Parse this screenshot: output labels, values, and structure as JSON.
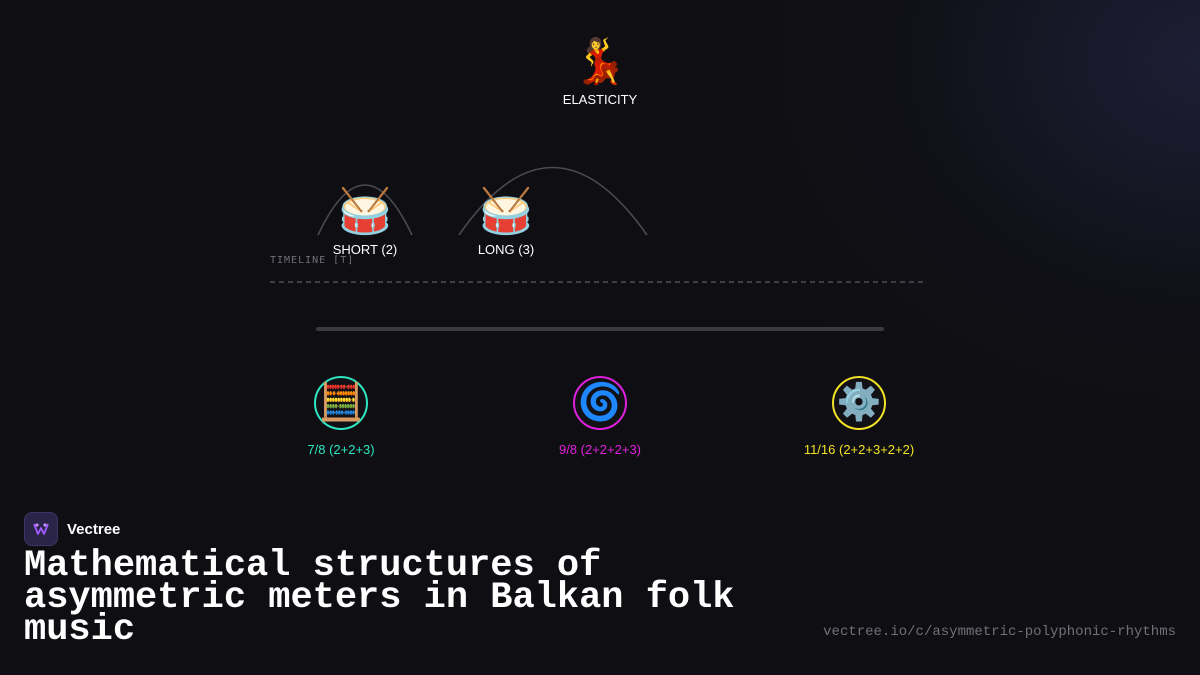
{
  "diagram": {
    "top_node": {
      "icon": "dancer-icon",
      "glyph": "💃",
      "label": "ELASTICITY"
    },
    "short_node": {
      "icon": "drum-icon",
      "glyph": "🥁",
      "label": "SHORT (2)"
    },
    "long_node": {
      "icon": "drum-icon",
      "glyph": "🥁",
      "label": "LONG (3)"
    },
    "timeline_label": "TIMELINE [T]",
    "meters": [
      {
        "icon": "abacus-icon",
        "glyph": "🧮",
        "label": "7/8 (2+2+3)",
        "color": "#2ee6c0"
      },
      {
        "icon": "spiral-icon",
        "glyph": "🌀",
        "label": "9/8 (2+2+2+3)",
        "color": "#e020e0"
      },
      {
        "icon": "gear-icon",
        "glyph": "⚙️",
        "label": "11/16 (2+2+3+2+2)",
        "color": "#f2e227"
      }
    ]
  },
  "footer": {
    "brand_name": "Vectree",
    "title": "Mathematical structures of asymmetric meters in Balkan folk music",
    "url": "vectree.io/c/asymmetric-polyphonic-rhythms"
  },
  "colors": {
    "background": "#0f0f13",
    "line": "#4a4a52",
    "brand_accent": "#a25cff"
  }
}
